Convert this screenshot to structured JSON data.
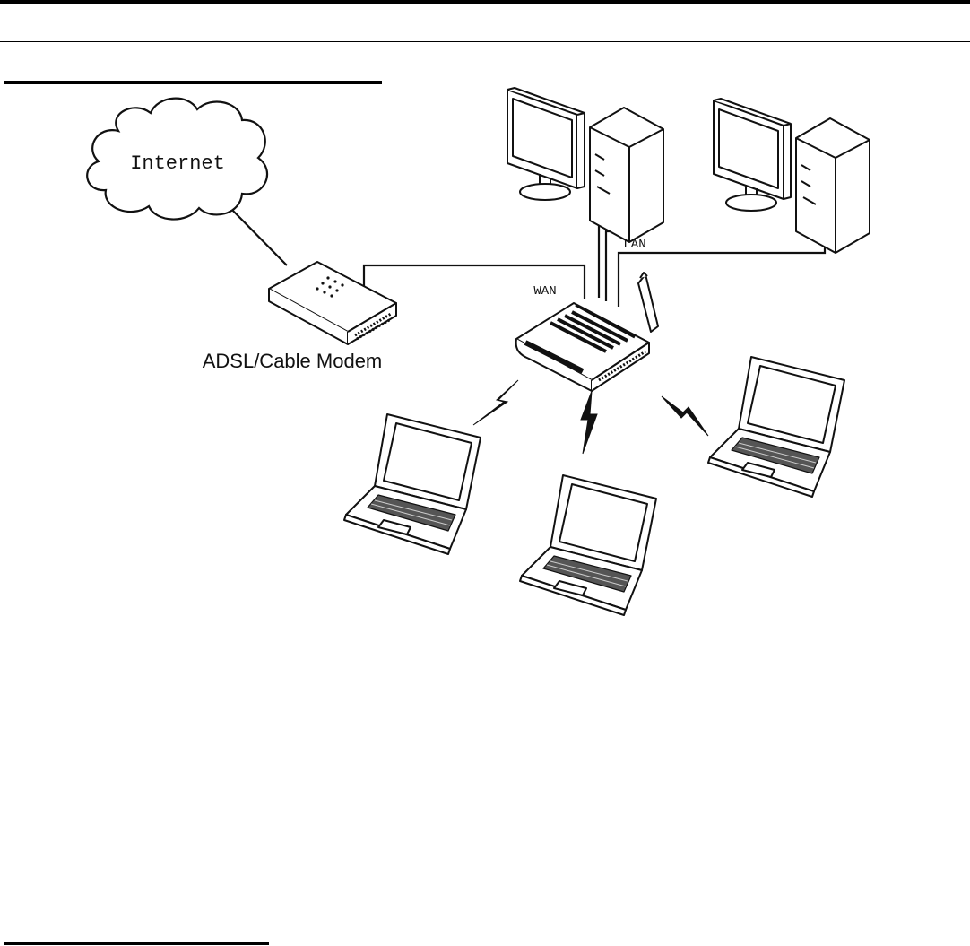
{
  "diagram": {
    "labels": {
      "internet": "Internet",
      "modem": "ADSL/Cable Modem",
      "wan": "WAN",
      "lan": "LAN"
    },
    "icons": {
      "cloud": "internet-cloud-icon",
      "modem": "modem-icon",
      "router": "wireless-router-icon",
      "desktop": "desktop-computer-icon",
      "laptop": "laptop-icon",
      "wireless": "wireless-signal-icon"
    }
  }
}
